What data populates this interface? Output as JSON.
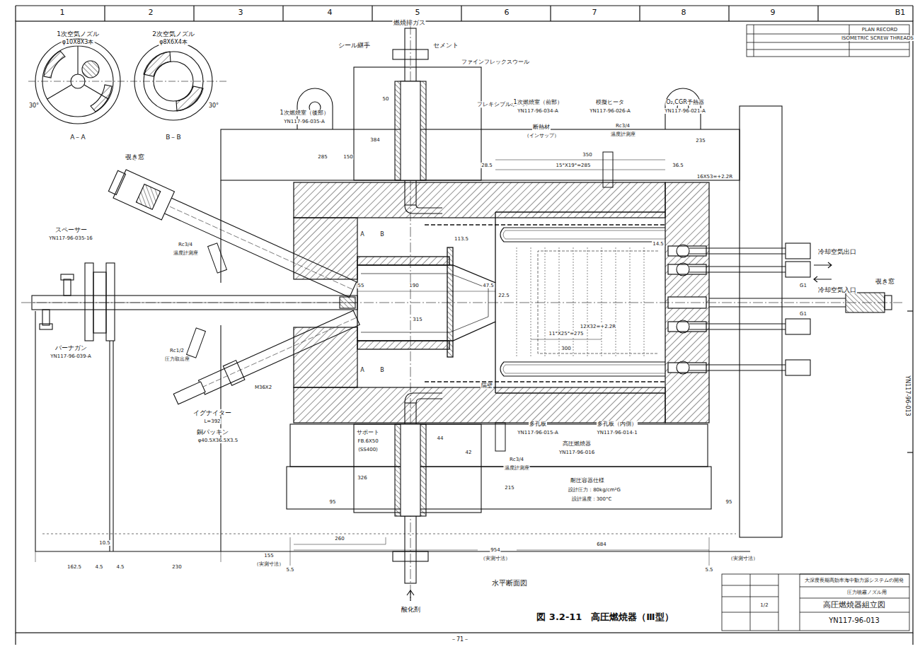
{
  "diagram": {
    "caption": "図 3.2-11　高圧燃焼器（Ⅲ型）",
    "labels": [
      "1",
      "2",
      "3",
      "4",
      "5",
      "6",
      "7",
      "8",
      "9",
      "B1",
      "1次空気ノズル",
      "φ10X8X3本",
      "2次空気ノズル",
      "φ8X6X4本",
      "30°",
      "30°",
      "A－A",
      "B－B",
      "燃焼排ガス",
      "シール継手",
      "セメント",
      "ファインフレックスウール",
      "フレキシブルホース",
      "50",
      "150",
      "285",
      "384",
      "1次燃焼室（前部）",
      "YN117-96-034-A",
      "模擬ヒータ",
      "YN117-96-026-A",
      "O₂,CGR予熱器",
      "YN117-96-021-A",
      "1次燃焼室（後部）",
      "YN117-96-035-A",
      "断熱材",
      "（インサップ）",
      "Rc3/4",
      "温度計測座",
      "235",
      "350",
      "28.5",
      "15°X19°=285",
      "36.5",
      "16X53=+2.2R",
      "覗き窓",
      "スペーサー",
      "YN117-96-035-16",
      "Rc3/4",
      "温度計測座",
      "バーナガン",
      "YN117-96-039-A",
      "Rc1/2",
      "圧力取出座",
      "M36X2",
      "イグナイター",
      "L=392",
      "銅パッキン",
      "φ40.5X36.5X3.5",
      "A",
      "B",
      "A",
      "B",
      "55",
      "190",
      "315",
      "47.5",
      "113.5",
      "22.5",
      "300",
      "11°X25°=275",
      "12X32=+2.2R",
      "隔壁",
      "14.5",
      "冷却空気出口",
      "G1",
      "冷却空気入口",
      "G1",
      "覗き窓",
      "YN117-96-013",
      "サポート",
      "FB.6X50",
      "(SS400)",
      "多孔板",
      "YN117-96-015-A",
      "多孔板（内側）",
      "YN117-96-014-1",
      "高圧燃焼器",
      "YN117-96-016",
      "Rc3/4",
      "温度計測座",
      "耐圧容器仕様",
      "設計圧力：80kg/cm²G",
      "設計温度：300°C",
      "326",
      "215",
      "42",
      "44",
      "95",
      "95",
      "162.5",
      "10.5",
      "4.5",
      "4.5",
      "230",
      "155",
      "（実測寸法）",
      "5.5",
      "260",
      "954",
      "（実測寸法）",
      "684",
      "5.5",
      "（実測寸法）",
      "酸化剤",
      "水平断面図",
      "－71－",
      "PLAN RECORD",
      "ISOMETRIC SCREW THREADS",
      "大深度長期高効率海中動力源システムの開発",
      "圧力噴霧ノズル用",
      "高圧燃焼器組立図",
      "YN117-96-013",
      "1/2"
    ]
  }
}
